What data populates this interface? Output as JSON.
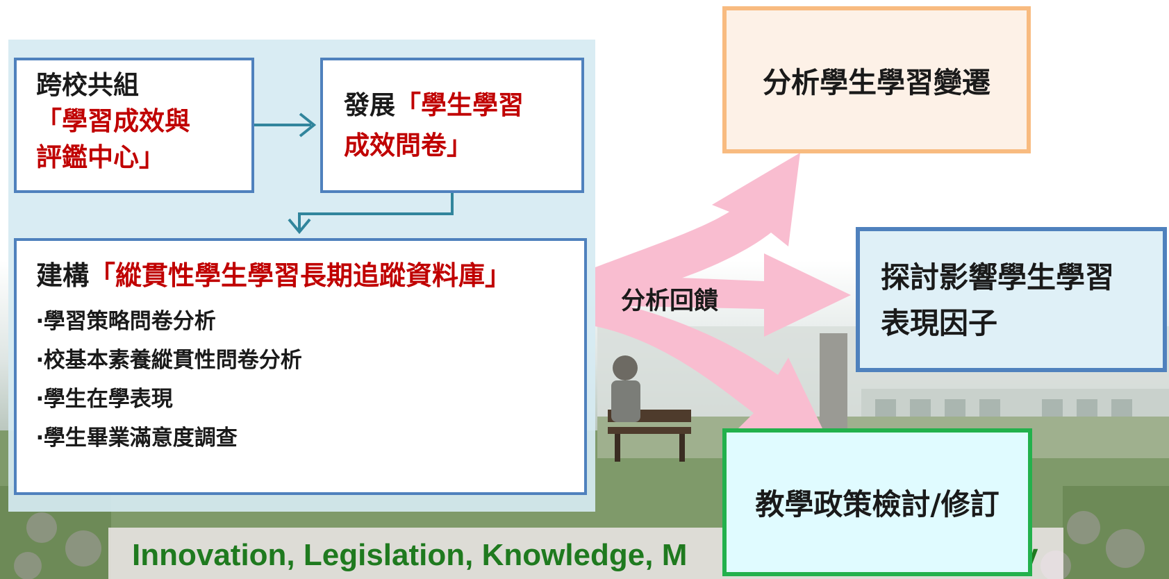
{
  "box_center": {
    "line1": "跨校共組",
    "line2": "「學習成效與",
    "line3": "評鑑中心」"
  },
  "box_questionnaire": {
    "prefix": "發展",
    "highlight_line1": "「學生學習",
    "highlight_line2": "成效問卷」"
  },
  "box_database": {
    "prefix": "建構",
    "highlight": "「縱貫性學生學習長期追蹤資料庫」",
    "items": [
      "‧學習策略問卷分析",
      "‧校基本素養縱貫性問卷分析",
      "‧學生在學表現",
      "‧學生畢業滿意度調查"
    ]
  },
  "flow_label": "分析回饋",
  "result_boxes": {
    "changes": "分析學生學習變遷",
    "factors_line1": "探討影響學生學習",
    "factors_line2": "表現因子",
    "policy": "教學政策檢討/修訂"
  },
  "motto": "Innovation, Legislation, Knowledge, M",
  "motto_tail": "y",
  "colors": {
    "box_border": "#4f81bd",
    "highlight_text": "#c00000",
    "panel_bg": "#d6eaf2",
    "connector": "#31859c",
    "feedback_arrow": "#f9bdd0",
    "changes_border": "#f8bb80",
    "changes_bg": "#fdf1e7",
    "factors_bg": "#dff0f7",
    "policy_border": "#22b14c",
    "policy_bg": "#e0fbff",
    "motto_text": "#1f7a1f"
  }
}
